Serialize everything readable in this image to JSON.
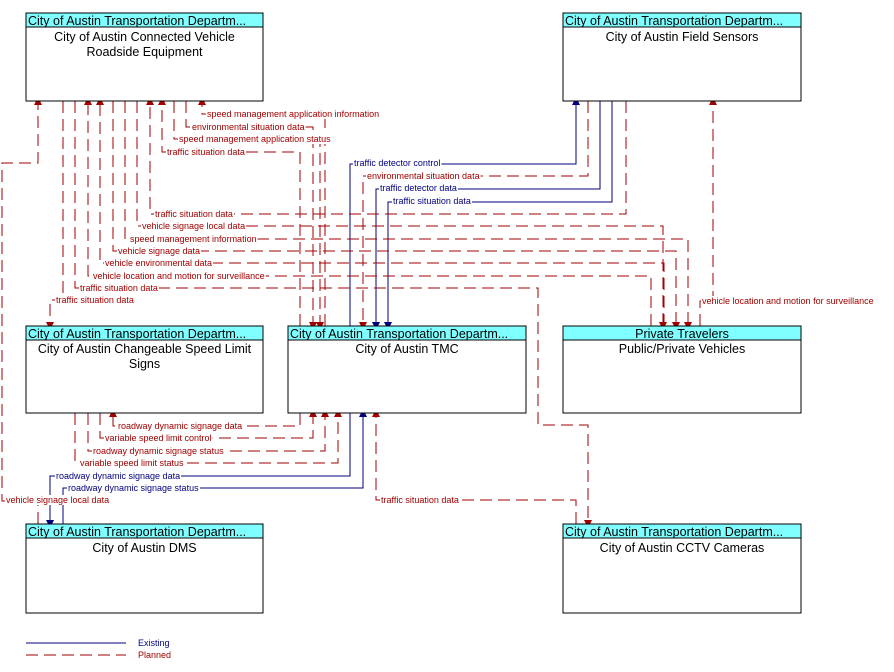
{
  "colors": {
    "header": "#7fffff",
    "planned": "#a00000",
    "existing": "#00007f",
    "border": "#000000"
  },
  "boxes": {
    "cv": {
      "head": "City of Austin Transportation Departm...",
      "body1": "City of Austin Connected Vehicle",
      "body2": "Roadside Equipment"
    },
    "fs": {
      "head": "City of Austin Transportation Departm...",
      "body1": "City of Austin Field Sensors"
    },
    "csl": {
      "head": "City of Austin Transportation Departm...",
      "body1": "City of Austin Changeable Speed Limit",
      "body2": "Signs"
    },
    "tmc": {
      "head": "City of Austin Transportation Departm...",
      "body1": "City of Austin TMC"
    },
    "pt": {
      "head": "Private Travelers",
      "body1": "Public/Private Vehicles"
    },
    "dms": {
      "head": "City of Austin Transportation Departm...",
      "body1": "City of Austin DMS"
    },
    "cctv": {
      "head": "City of Austin Transportation Departm...",
      "body1": "City of Austin CCTV Cameras"
    }
  },
  "flows": {
    "f01": "speed management application information",
    "f02": "environmental situation data",
    "f03": "speed management application status",
    "f04": "traffic situation data",
    "f05": "traffic detector control",
    "f06": "environmental situation data",
    "f07": "traffic detector data",
    "f08": "traffic situation data",
    "f09": "traffic situation data",
    "f10": "vehicle signage local data",
    "f11": "speed management information",
    "f12": "vehicle signage data",
    "f13": "vehicle environmental data",
    "f14": "vehicle location and motion for surveillance",
    "f15": "traffic situation data",
    "f16": "traffic situation data",
    "f17": "vehicle location and motion for surveillance",
    "f18": "roadway dynamic signage data",
    "f19": "variable speed limit control",
    "f20": "roadway dynamic signage status",
    "f21": "variable speed limit status",
    "f22": "roadway dynamic signage data",
    "f23": "roadway dynamic signage status",
    "f24": "vehicle signage local data",
    "f25": "traffic situation data"
  },
  "legend": {
    "existing": "Existing",
    "planned": "Planned"
  }
}
